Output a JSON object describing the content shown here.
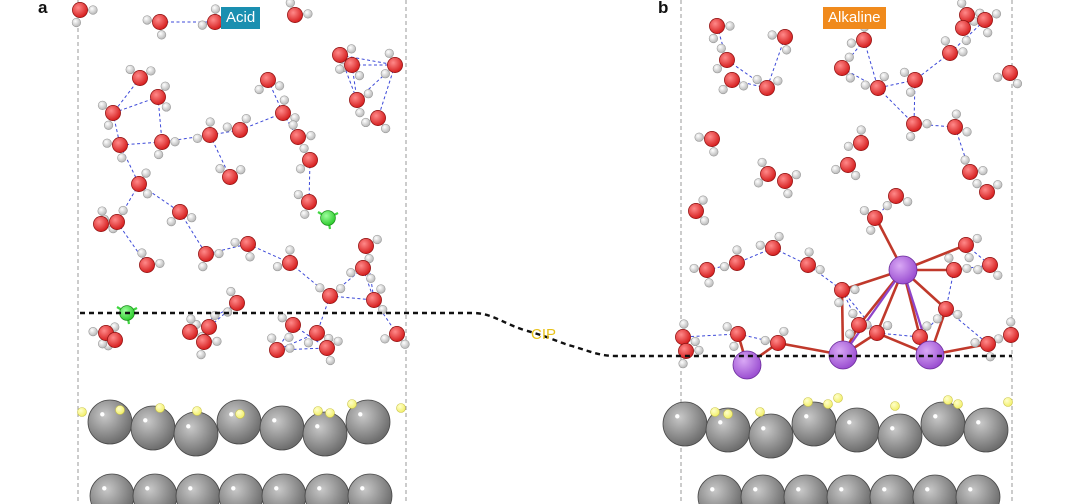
{
  "figure": {
    "panels": [
      {
        "letter": "a",
        "label": "Acid",
        "label_color": "#1a8fb0"
      },
      {
        "letter": "b",
        "label": "Alkaline",
        "label_color": "#f08a1c"
      }
    ],
    "interface_label": "CIP",
    "interface_label_color": "#e8c21a"
  },
  "colors": {
    "oxygen": "#d61f1f",
    "hydrogen": "#ececec",
    "proton": "#2ecc2e",
    "cation": "#9b4fd1",
    "metal": "#6e6e6e",
    "adsorbed_h": "#f2ef6a",
    "hbond": "#3c49d8",
    "coordination": "#c0392b",
    "boundary": "#9a9a9a",
    "cip_line": "#111111"
  }
}
